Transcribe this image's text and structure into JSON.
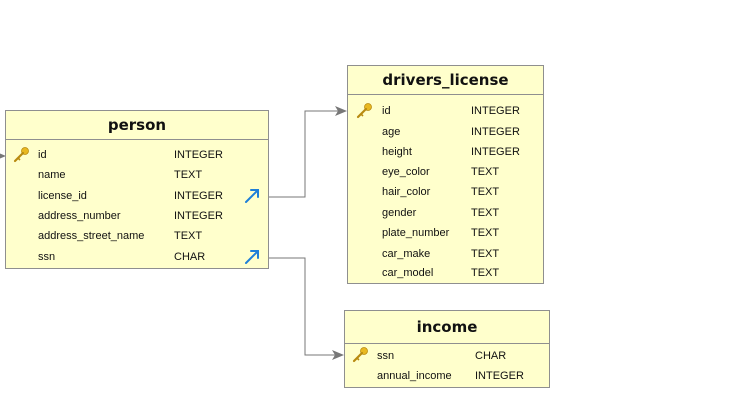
{
  "tables": {
    "person": {
      "title": "person",
      "columns": [
        {
          "name": "id",
          "type": "INTEGER",
          "pk": true
        },
        {
          "name": "name",
          "type": "TEXT"
        },
        {
          "name": "license_id",
          "type": "INTEGER",
          "fk": true
        },
        {
          "name": "address_number",
          "type": "INTEGER"
        },
        {
          "name": "address_street_name",
          "type": "TEXT"
        },
        {
          "name": "ssn",
          "type": "CHAR",
          "fk": true
        }
      ]
    },
    "drivers_license": {
      "title": "drivers_license",
      "columns": [
        {
          "name": "id",
          "type": "INTEGER",
          "pk": true
        },
        {
          "name": "age",
          "type": "INTEGER"
        },
        {
          "name": "height",
          "type": "INTEGER"
        },
        {
          "name": "eye_color",
          "type": "TEXT"
        },
        {
          "name": "hair_color",
          "type": "TEXT"
        },
        {
          "name": "gender",
          "type": "TEXT"
        },
        {
          "name": "plate_number",
          "type": "TEXT"
        },
        {
          "name": "car_make",
          "type": "TEXT"
        },
        {
          "name": "car_model",
          "type": "TEXT"
        }
      ]
    },
    "income": {
      "title": "income",
      "columns": [
        {
          "name": "ssn",
          "type": "CHAR",
          "pk": true
        },
        {
          "name": "annual_income",
          "type": "INTEGER"
        }
      ]
    }
  },
  "colors": {
    "table_fill": "#ffffcc",
    "border": "#8f8f8f",
    "connector": "#777777",
    "key_icon": "#e8b820",
    "fk_icon": "#1e7fd8"
  },
  "icons": {
    "primary_key": "key-icon",
    "foreign_key": "foreign-key-arrow-icon"
  }
}
